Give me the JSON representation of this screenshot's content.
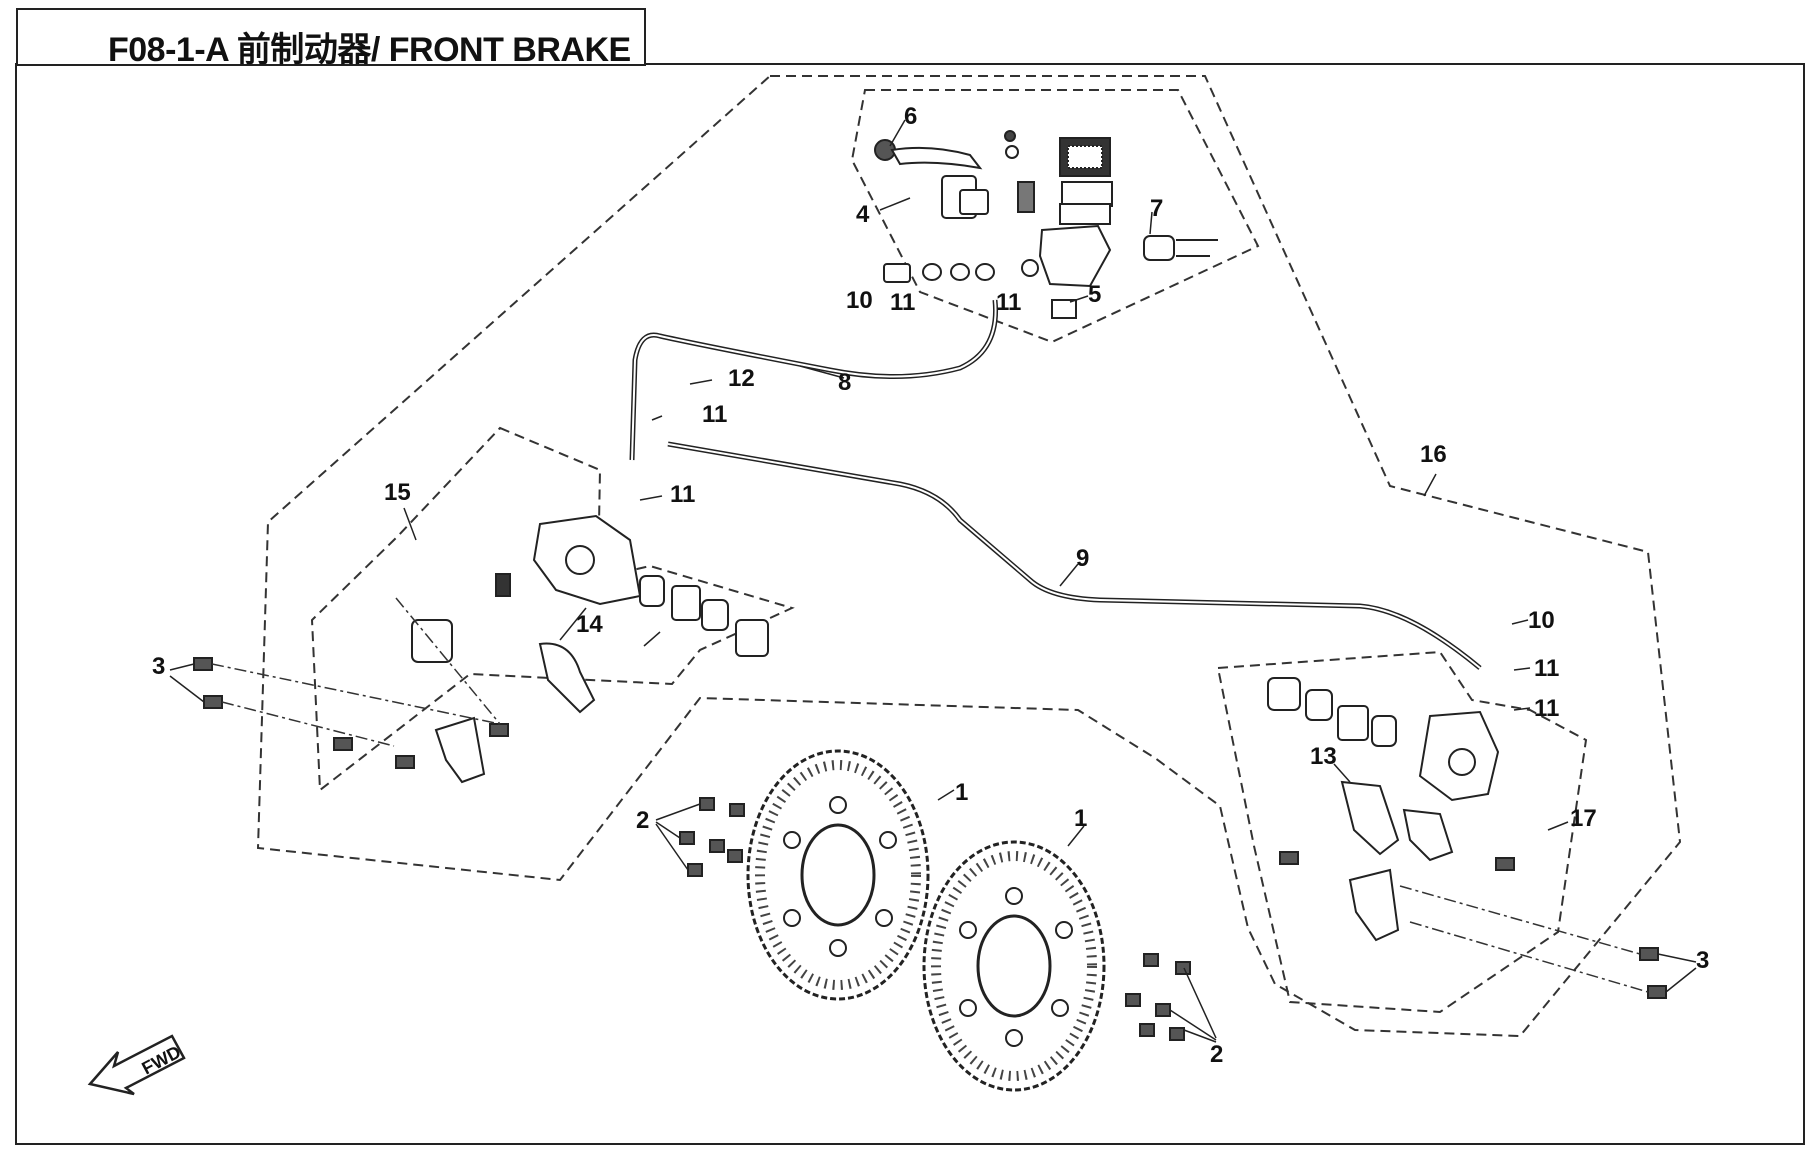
{
  "title": "F08-1-A  前制动器/ FRONT BRAKE",
  "fwd_label": "FWD",
  "callouts": [
    {
      "id": "c1a",
      "label": "1"
    },
    {
      "id": "c1b",
      "label": "1"
    },
    {
      "id": "c2a",
      "label": "2"
    },
    {
      "id": "c2b",
      "label": "2"
    },
    {
      "id": "c3a",
      "label": "3"
    },
    {
      "id": "c3b",
      "label": "3"
    },
    {
      "id": "c4",
      "label": "4"
    },
    {
      "id": "c5",
      "label": "5"
    },
    {
      "id": "c6",
      "label": "6"
    },
    {
      "id": "c7",
      "label": "7"
    },
    {
      "id": "c8",
      "label": "8"
    },
    {
      "id": "c9",
      "label": "9"
    },
    {
      "id": "c10a",
      "label": "10"
    },
    {
      "id": "c10b",
      "label": "10"
    },
    {
      "id": "c11a",
      "label": "11"
    },
    {
      "id": "c11b",
      "label": "11"
    },
    {
      "id": "c11c",
      "label": "11"
    },
    {
      "id": "c11d",
      "label": "11"
    },
    {
      "id": "c11e",
      "label": "11"
    },
    {
      "id": "c11f",
      "label": "11"
    },
    {
      "id": "c12",
      "label": "12"
    },
    {
      "id": "c13",
      "label": "13"
    },
    {
      "id": "c14",
      "label": "14"
    },
    {
      "id": "c15",
      "label": "15"
    },
    {
      "id": "c16",
      "label": "16"
    },
    {
      "id": "c17",
      "label": "17"
    }
  ],
  "colors": {
    "line": "#222222",
    "background": "#ffffff"
  }
}
